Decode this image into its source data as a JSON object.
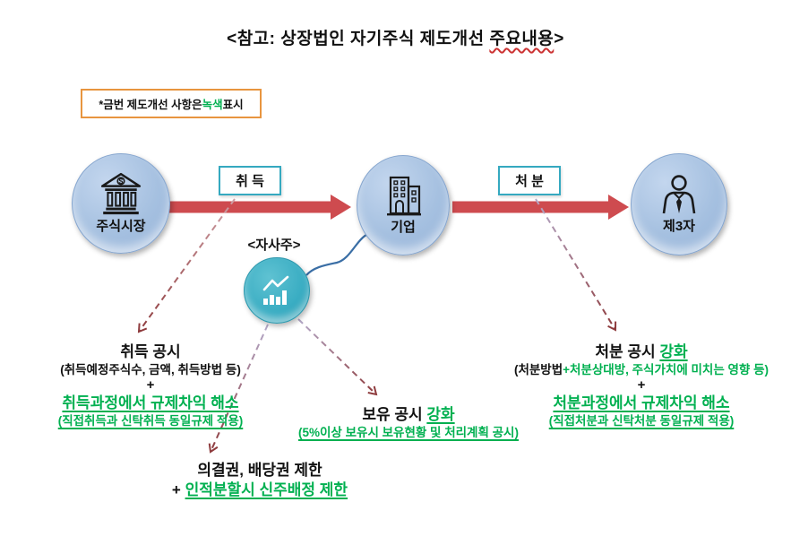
{
  "title": {
    "pre": "<참고: 상장법인 자기주식 제도개선 ",
    "underlined": "주요내용",
    "post": ">"
  },
  "note": {
    "prefix": "*금번 제도개선 사항은 ",
    "highlight": "녹색",
    "suffix": " 표시"
  },
  "nodes": {
    "stock_market": {
      "label": "주식시장",
      "icon": "bank-icon"
    },
    "company": {
      "label": "기업",
      "icon": "building-icon"
    },
    "third_party": {
      "label": "제3자",
      "icon": "person-icon"
    },
    "treasury": {
      "label": "<자사주>",
      "icon": "chart-icon"
    }
  },
  "flow": {
    "acquisition_label": "취 득",
    "disposal_label": "처 분"
  },
  "blocks": {
    "acquisition": {
      "title": "취득 공시",
      "subtitle": "(취득예정주식수, 금액, 취득방법 등)",
      "plus": "+",
      "improvement": "취득과정에서 규제차익 해소",
      "improvement_sub": "(직접취득과 신탁취득 동일규제 적용)"
    },
    "rights": {
      "title": "의결권, 배당권 제한",
      "plus": "+ ",
      "improvement": "인적분할시 신주배정 제한"
    },
    "holding": {
      "title_black": "보유 공시 ",
      "title_green": "강화",
      "subtitle": "(5%이상 보유시 보유현황 및 처리계획 공시)"
    },
    "disposal": {
      "title_black": "처분 공시 ",
      "title_green": "강화",
      "subtitle_black": "(처분방법",
      "subtitle_green": "+처분상대방, 주식가치에 미치는 영향 등)",
      "plus": "+",
      "improvement": "처분과정에서 규제차익 해소",
      "improvement_sub": "(직접처분과 신탁처분 동일규제 적용)"
    }
  },
  "colors": {
    "green": "#00B050",
    "arrow_red": "#CE4B4F",
    "node_fill": "#A5C0E0",
    "teal": "#38ACC2",
    "note_border": "#E8953F",
    "connector_maroon": "#8E3B3D"
  }
}
